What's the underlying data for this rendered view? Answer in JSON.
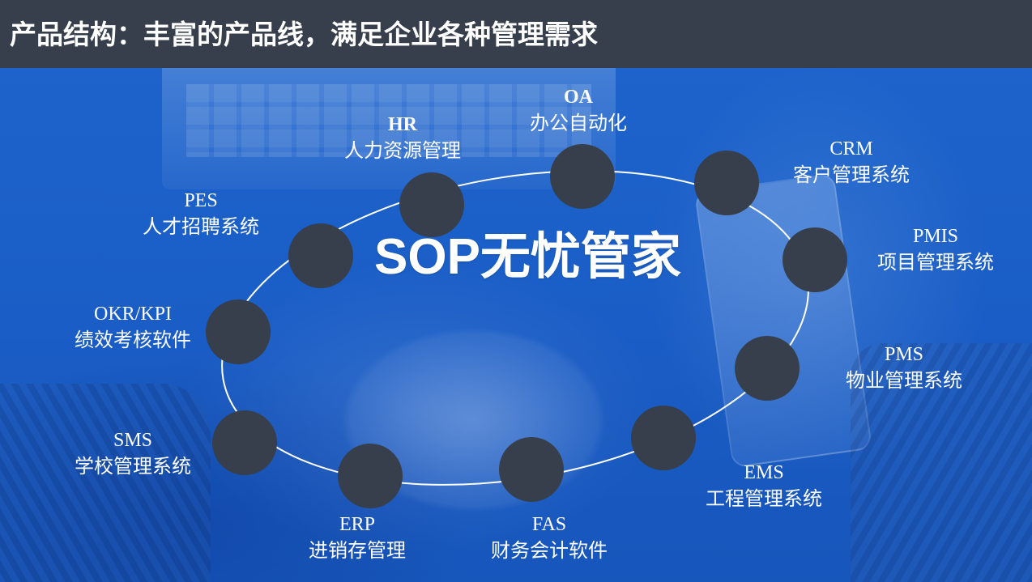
{
  "header": {
    "title": "产品结构：丰富的产品线，满足企业各种管理需求"
  },
  "center": {
    "title": "SOP无忧管家"
  },
  "colors": {
    "header_bg": "#363f4b",
    "background": "#1a5cc4",
    "node": "#363f4b",
    "ring": "#ffffff",
    "text": "#ffffff"
  },
  "nodes": [
    {
      "code": "OA",
      "name": "办公自动化"
    },
    {
      "code": "CRM",
      "name": "客户管理系统"
    },
    {
      "code": "PMIS",
      "name": "项目管理系统"
    },
    {
      "code": "PMS",
      "name": "物业管理系统"
    },
    {
      "code": "EMS",
      "name": "工程管理系统"
    },
    {
      "code": "FAS",
      "name": "财务会计软件"
    },
    {
      "code": "ERP",
      "name": "进销存管理"
    },
    {
      "code": "SMS",
      "name": "学校管理系统"
    },
    {
      "code": "OKR/KPI",
      "name": "绩效考核软件"
    },
    {
      "code": "PES",
      "name": "人才招聘系统"
    },
    {
      "code": "HR",
      "name": "人力资源管理"
    }
  ]
}
